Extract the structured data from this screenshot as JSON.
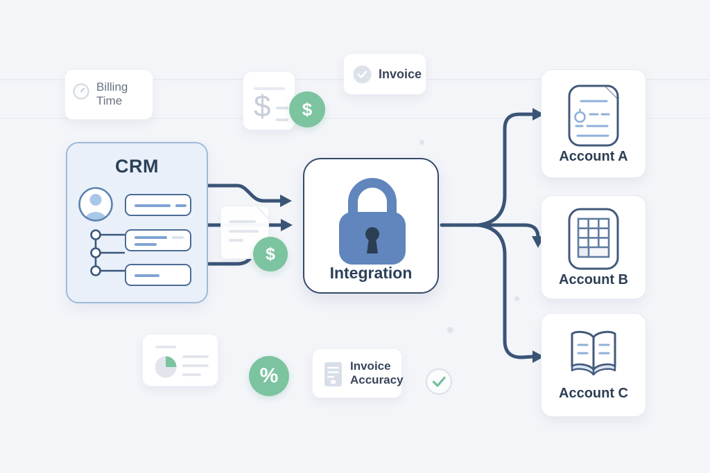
{
  "background": {
    "color": "#f3f5f9"
  },
  "colors": {
    "accent_green": "#7cc3a0",
    "navy_text": "#2c4058",
    "arrow": "#3a5476",
    "lock_blue": "#6186bd",
    "crm_fill": "#e9f0f9",
    "crm_border": "#9fb9da",
    "line_blue": "#7fa3d4"
  },
  "cards": {
    "billing_time": {
      "label": "Billing Time",
      "icon": "clock-icon"
    },
    "invoice": {
      "label": "Invoice",
      "icon": "check-circle-icon"
    },
    "invoice_accuracy": {
      "label": "Invoice Accuracy",
      "icon": "invoice-lines-icon"
    },
    "report": {
      "icon": "pie-chart-icon"
    },
    "dollar_document": {
      "symbol": "$",
      "icon": "dollar-statement-icon"
    }
  },
  "crm": {
    "title": "CRM",
    "icons": [
      "user-avatar-icon",
      "tree-connector-icon"
    ]
  },
  "integration": {
    "title": "Integration",
    "icon": "lock-icon"
  },
  "accounts": [
    {
      "label": "Account A",
      "icon": "document-icon"
    },
    {
      "label": "Account B",
      "icon": "spreadsheet-grid-icon"
    },
    {
      "label": "Account C",
      "icon": "open-book-icon"
    }
  ],
  "badges": {
    "dollar_top": "$",
    "dollar_mid": "$",
    "percent": "%"
  },
  "edges": [
    {
      "from": "CRM",
      "to": "Integration"
    },
    {
      "from": "Integration",
      "to": "Account A"
    },
    {
      "from": "Integration",
      "to": "Account B"
    },
    {
      "from": "Integration",
      "to": "Account C"
    }
  ]
}
